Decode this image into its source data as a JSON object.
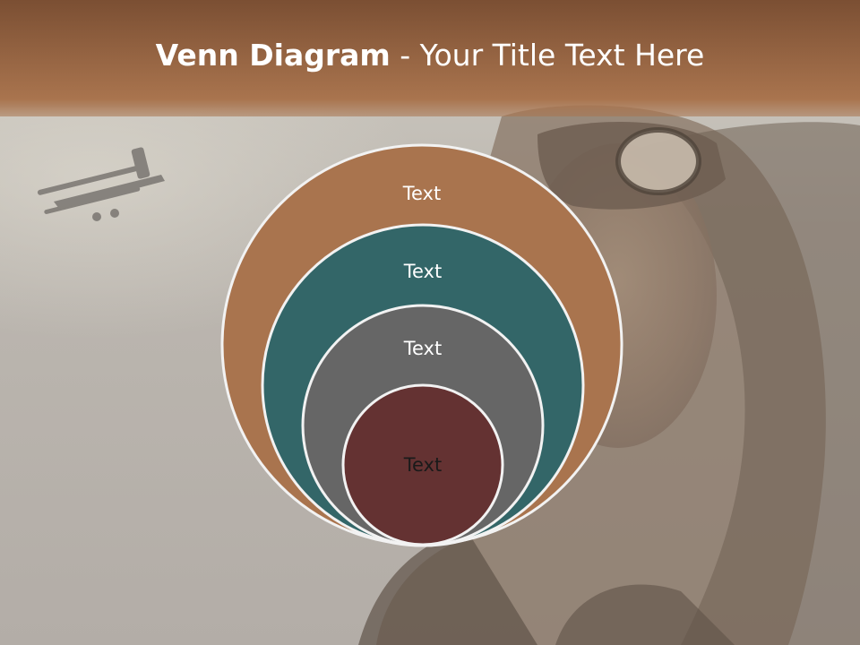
{
  "title": {
    "bold": "Venn Diagram",
    "rest": " - Your Title Text Here"
  },
  "diagram": {
    "type": "nested-circles",
    "levels": [
      {
        "label": "Text",
        "color": "#a9744e"
      },
      {
        "label": "Text",
        "color": "#336668"
      },
      {
        "label": "Text",
        "color": "#666666"
      },
      {
        "label": "Text",
        "color": "#643232"
      }
    ],
    "outline_color": "#f2f2f2",
    "label_color": "#ffffff",
    "innermost_label_color": "#1a1a1a"
  },
  "colors": {
    "title_bar_top": "#7b4f33",
    "title_bar_bottom": "#a9744e",
    "background": "#b9b3ac"
  },
  "background_image": "aviator-photo"
}
